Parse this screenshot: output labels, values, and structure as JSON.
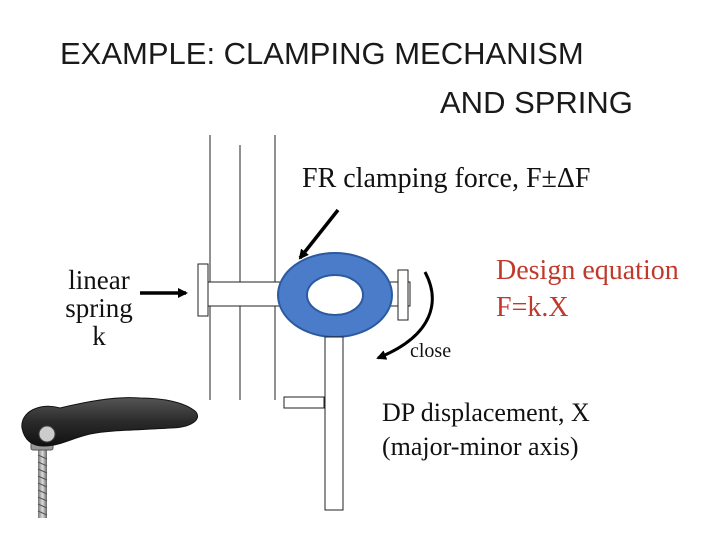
{
  "title": {
    "line1": "EXAMPLE: CLAMPING MECHANISM",
    "line2": "AND SPRING"
  },
  "labels": {
    "force": "FR clamping force, F±ΔF",
    "design_line1": "Design equation",
    "design_line2": "F=k.X",
    "spring_lines": [
      "linear",
      "spring",
      "k"
    ],
    "close": "close",
    "dp_line1": "DP displacement, X",
    "dp_line2": "(major-minor axis)"
  },
  "colors": {
    "design_text": "#c0392b",
    "ellipse_fill": "#4a7cc9",
    "ellipse_stroke": "#2c5aa0",
    "handle": "#3a3a3a"
  },
  "icons": {
    "clamp_photo": "cam-lever-clamp-icon"
  }
}
